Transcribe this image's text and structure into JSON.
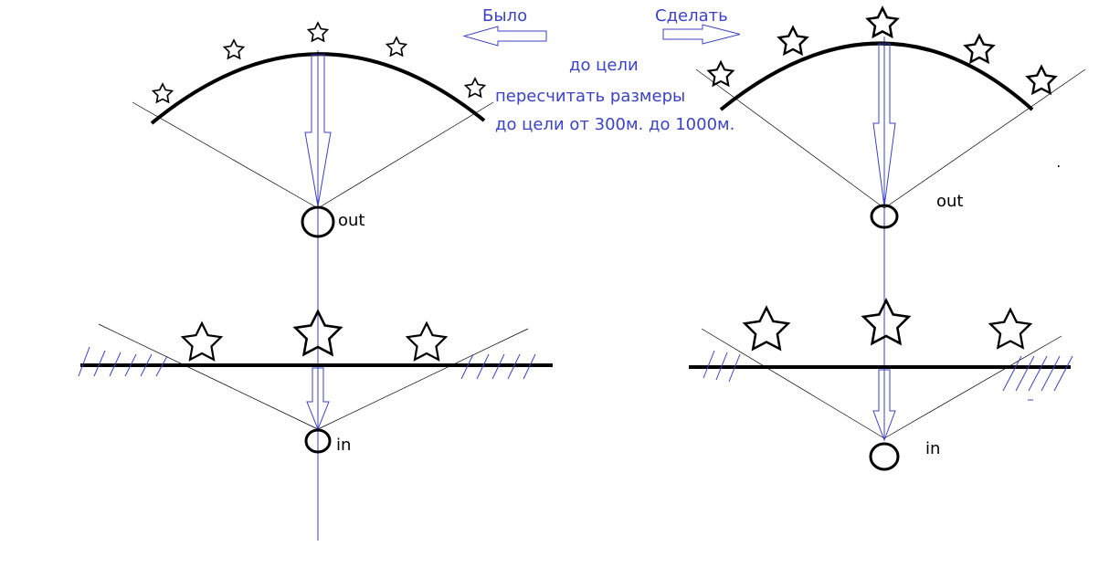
{
  "labels": {
    "was": "Было",
    "make": "Сделать",
    "to_target": "до цели",
    "recalc_line1": "пересчитать размеры",
    "recalc_line2": "до цели от 300м. до 1000м.",
    "left_out": "out",
    "left_in": "in",
    "right_out": "out",
    "right_in": "in"
  },
  "colors": {
    "ink": "#000000",
    "accent_blue": "#3b43c4",
    "background": "#ffffff"
  },
  "icons": {
    "star": "star-icon",
    "arrow": "arrow-icon",
    "sensor": "circle-icon"
  }
}
